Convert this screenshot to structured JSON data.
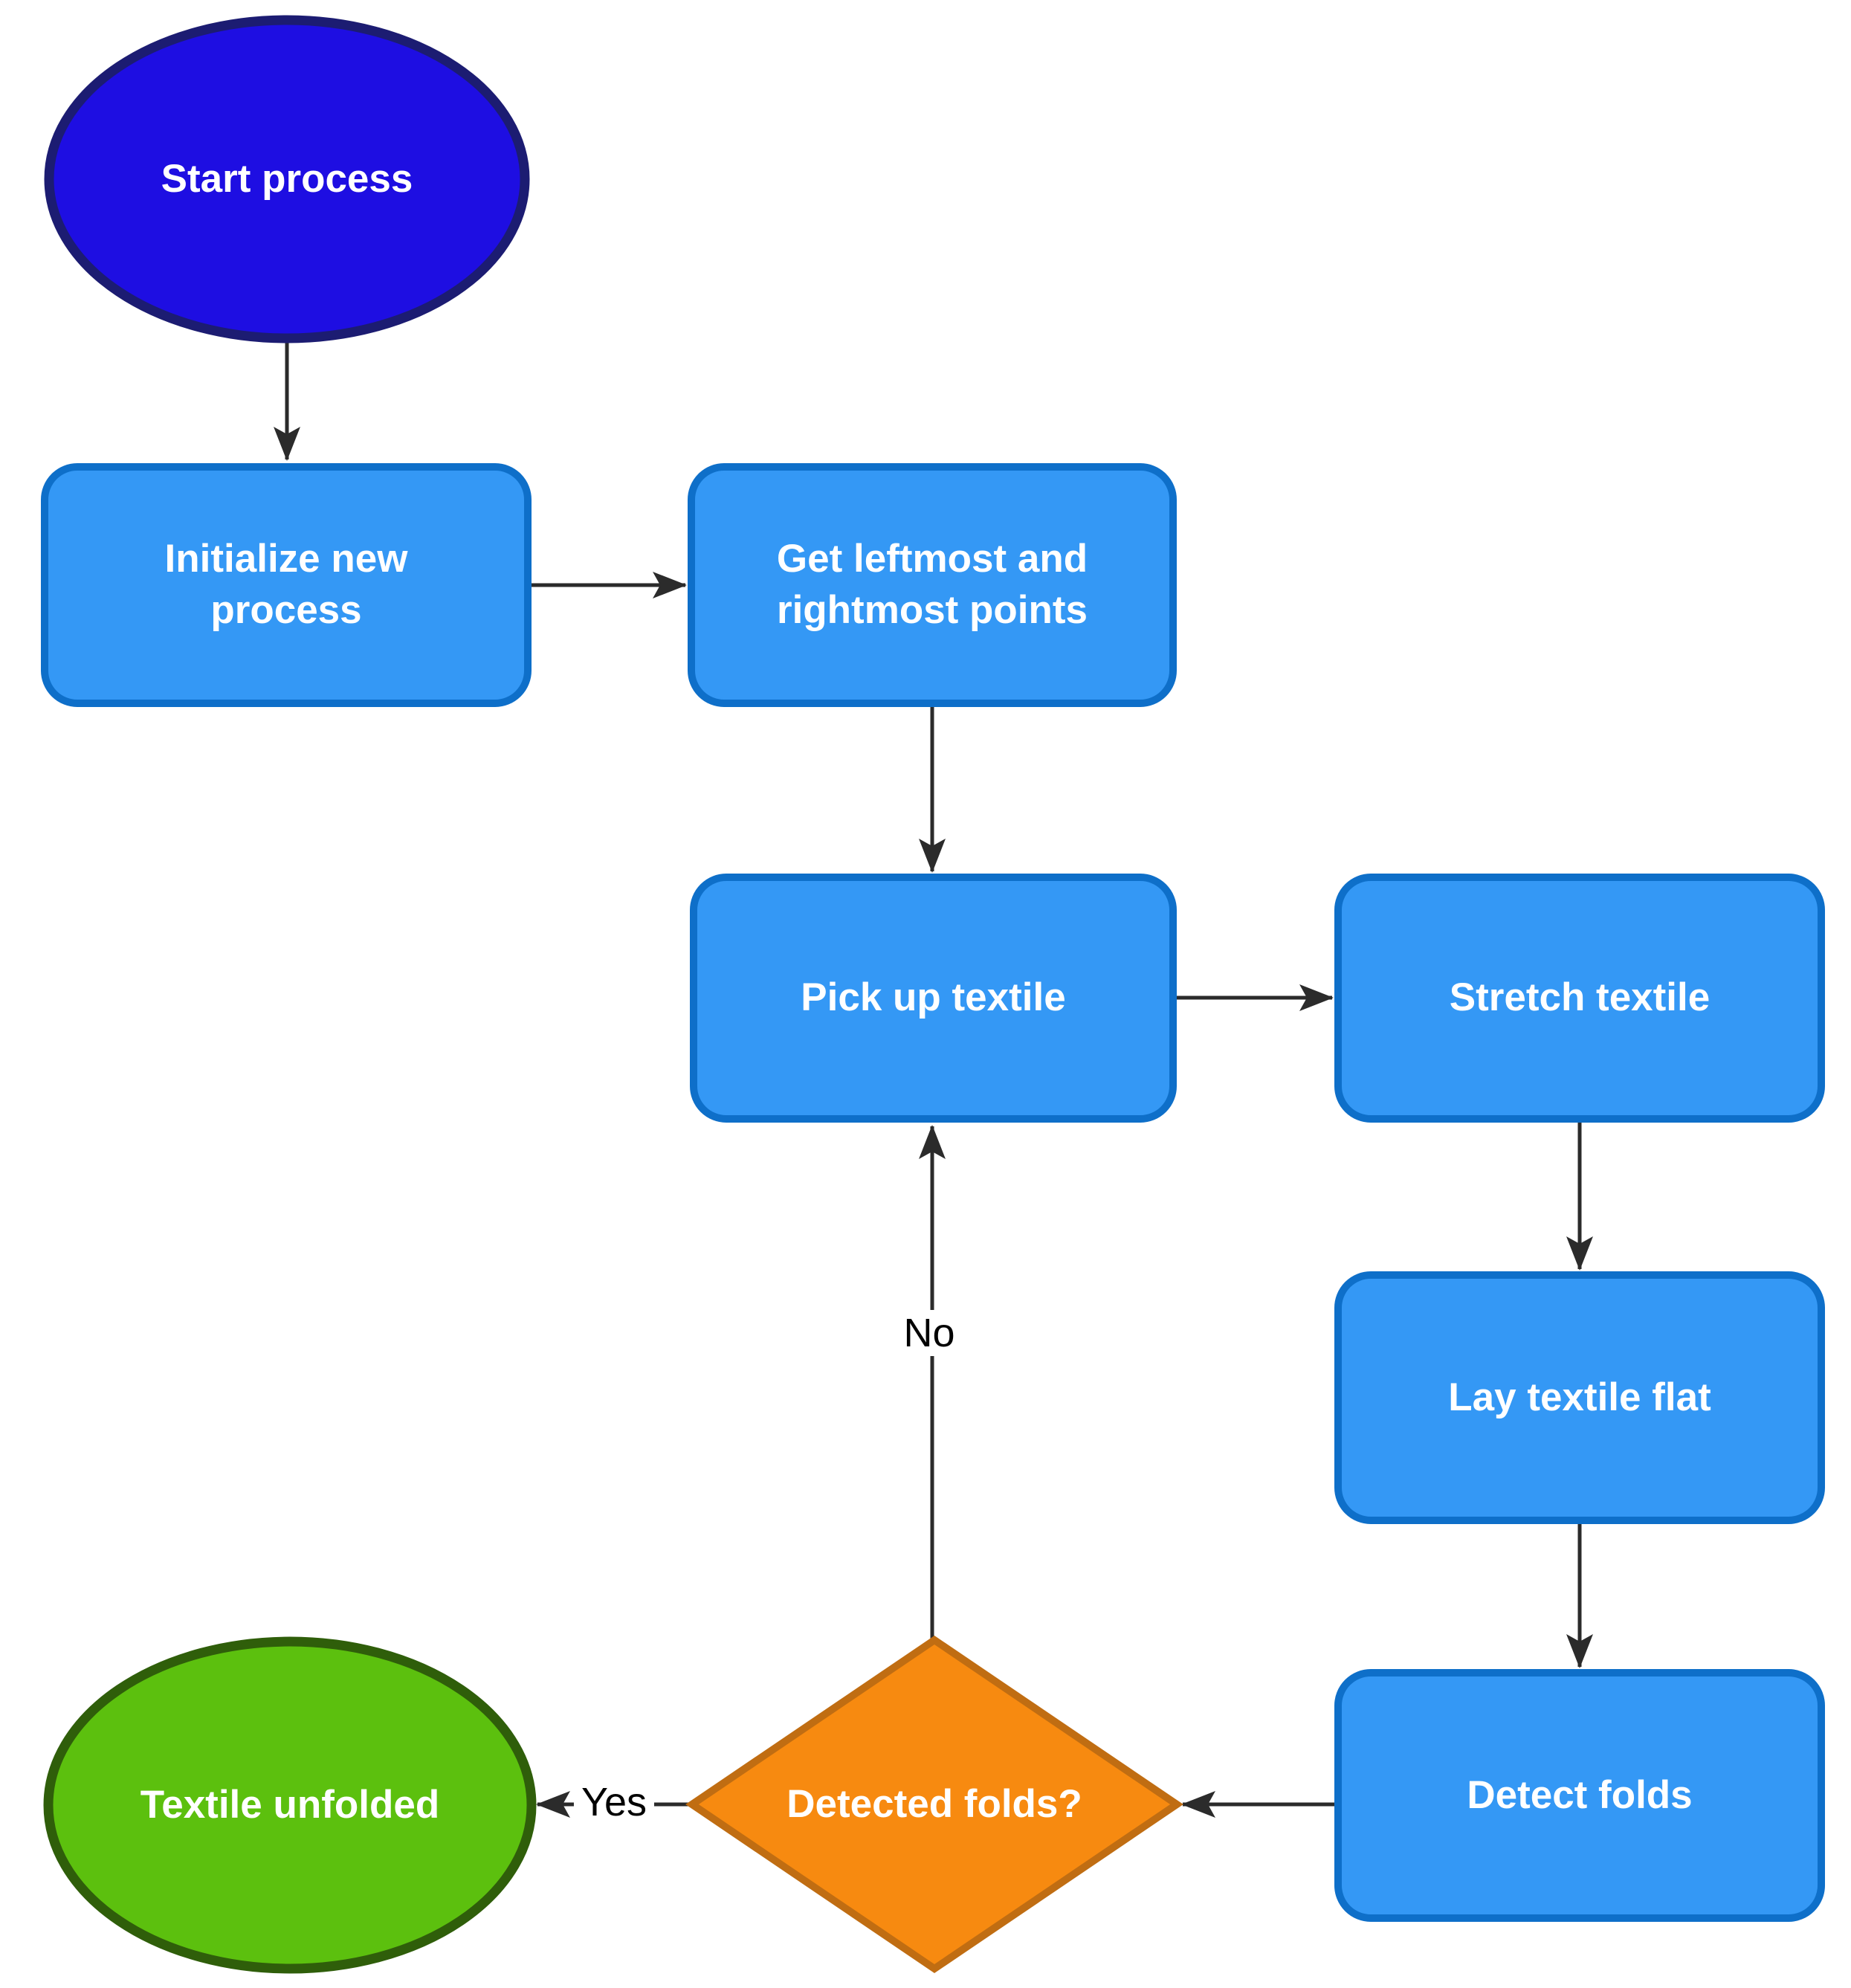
{
  "diagram": {
    "background_color": "#ffffff",
    "nodes": {
      "start": {
        "label": "Start process",
        "shape": "ellipse"
      },
      "initialize": {
        "label": "Initialize new process",
        "shape": "rounded-rectangle"
      },
      "get_points": {
        "label": "Get leftmost and rightmost points",
        "shape": "rounded-rectangle"
      },
      "pick_up": {
        "label": "Pick up textile",
        "shape": "rounded-rectangle"
      },
      "stretch": {
        "label": "Stretch textile",
        "shape": "rounded-rectangle"
      },
      "lay_flat": {
        "label": "Lay textile flat",
        "shape": "rounded-rectangle"
      },
      "detect": {
        "label": "Detect folds",
        "shape": "rounded-rectangle"
      },
      "decision": {
        "label": "Detected folds?",
        "shape": "diamond"
      },
      "end": {
        "label": "Textile unfolded",
        "shape": "ellipse"
      }
    },
    "edges": {
      "yes": {
        "label": "Yes"
      },
      "no": {
        "label": "No"
      }
    },
    "colors": {
      "start-fill": "#1e0ee2",
      "start-stroke": "#1c1c72",
      "process-fill": "#3498f5",
      "process-stroke": "#0e6fc9",
      "decision-fill": "#f78a10",
      "decision-stroke": "#c06d12",
      "end-fill": "#5cc00e",
      "end-stroke": "#2f5e0a",
      "edge-stroke": "#2b2b2b",
      "node-text": "#ffffff",
      "edge-label-text": "#000000"
    }
  }
}
